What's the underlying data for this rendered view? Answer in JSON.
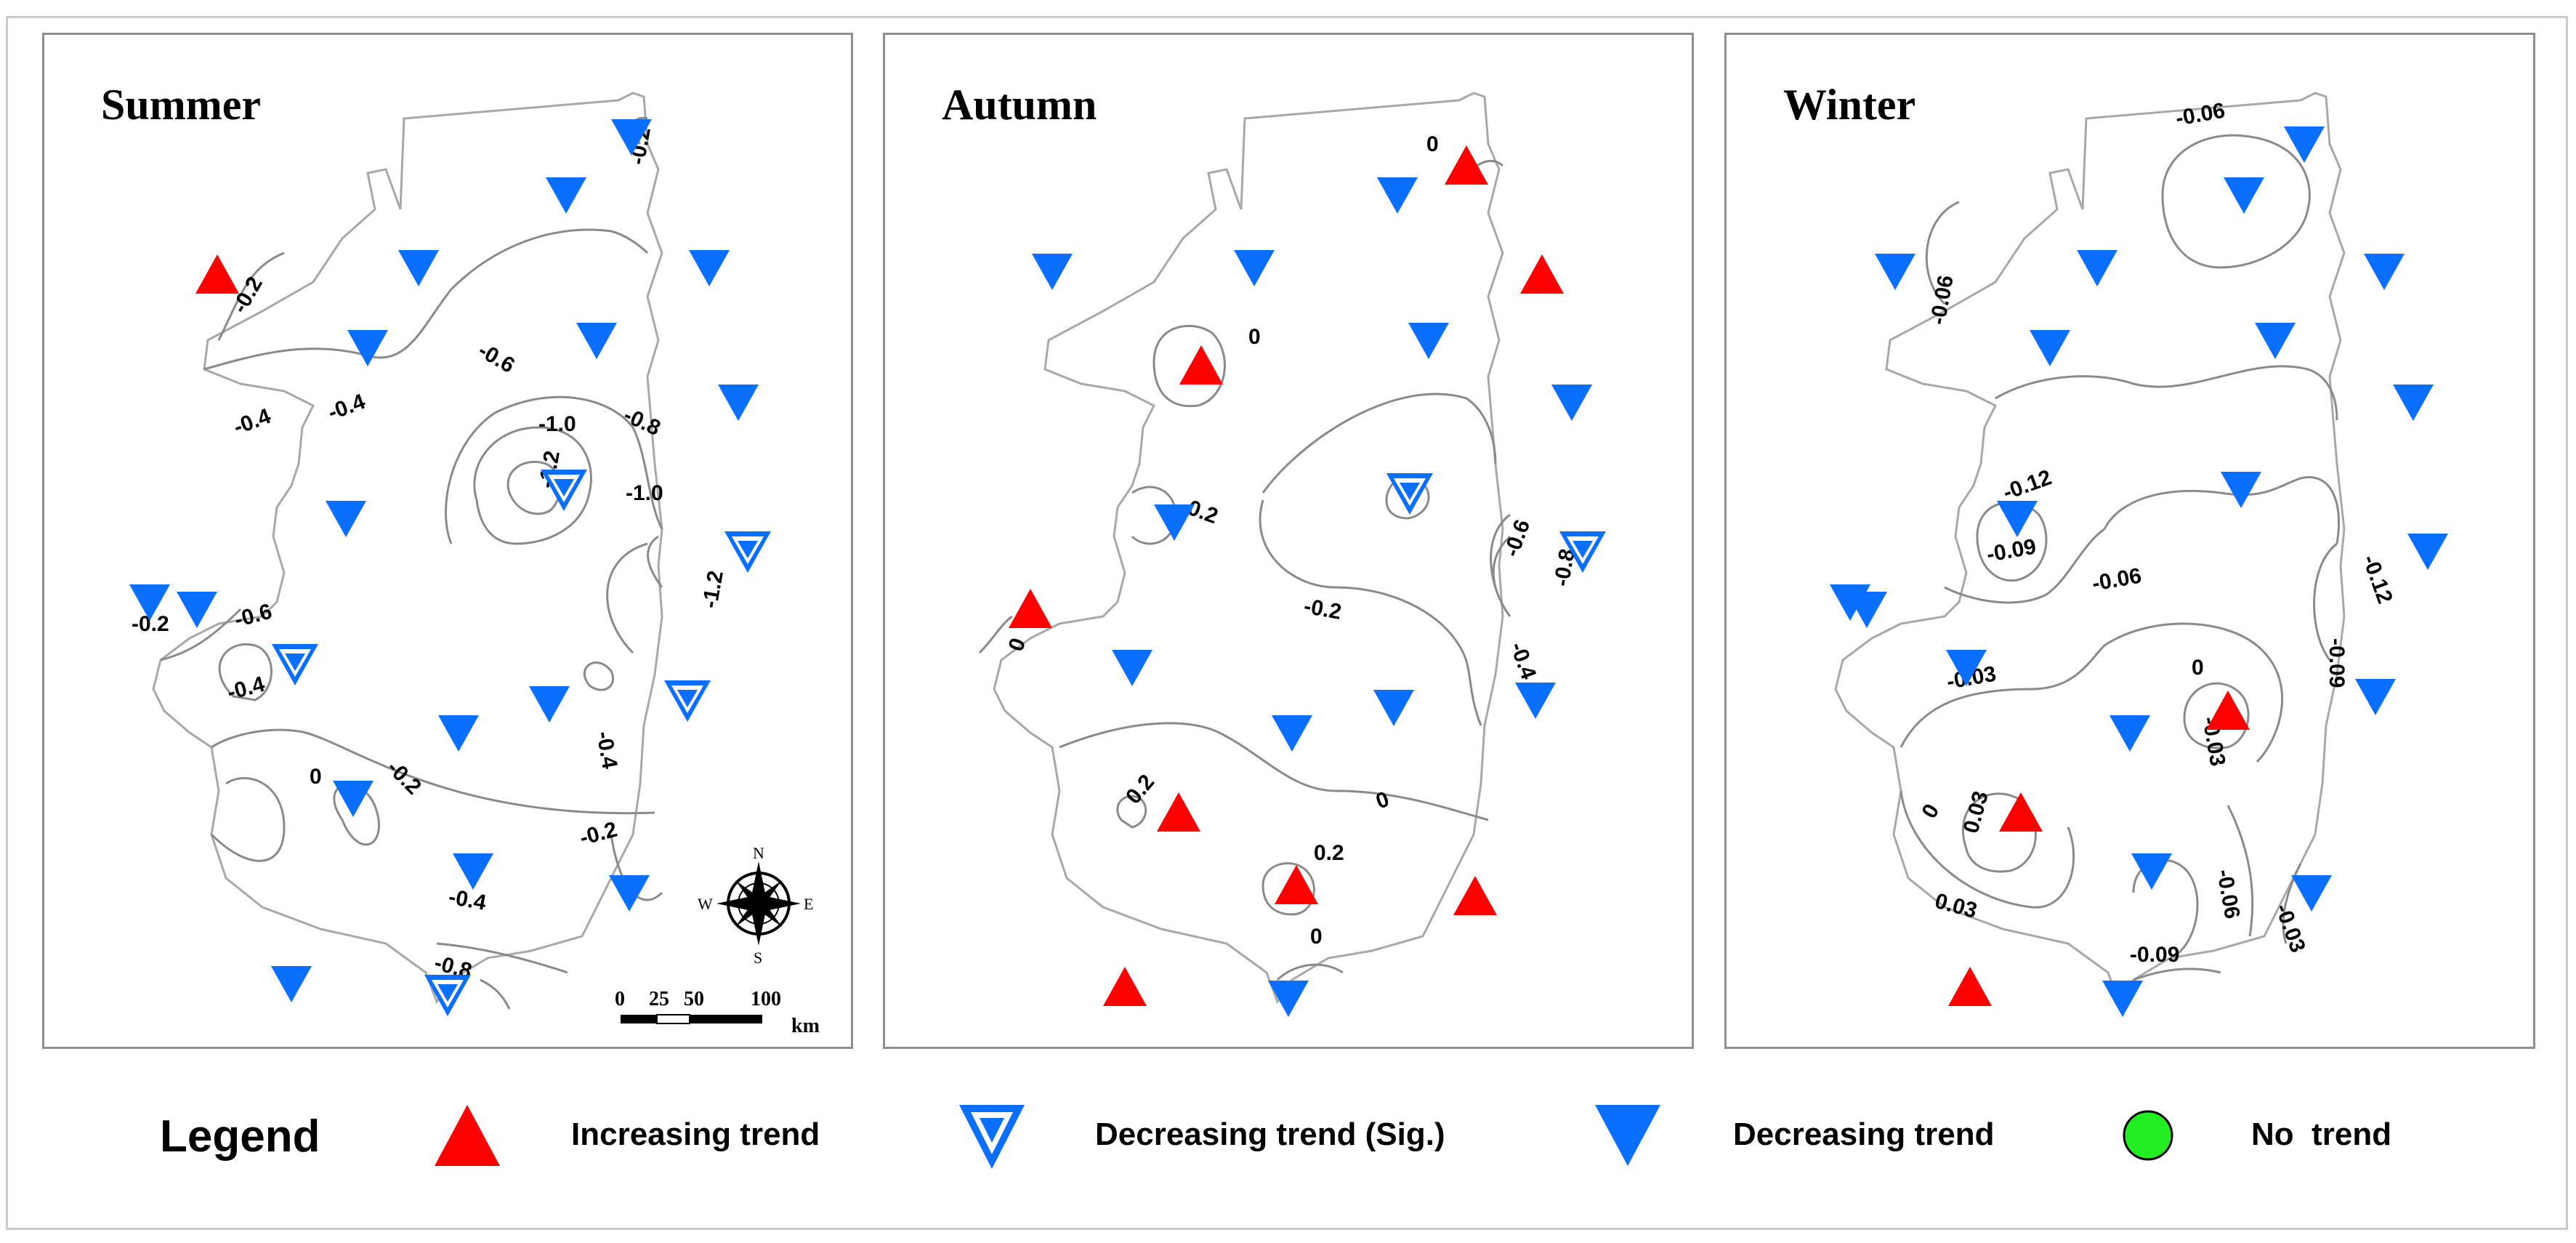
{
  "colors": {
    "increasing": "#ff0000",
    "decreasing": "#0a6fff",
    "no_trend": "#22ee22",
    "contour": "#8a8a8a",
    "boundary": "#a8a8a8"
  },
  "panels": [
    {
      "title": "Summer",
      "contour_labels": [
        "-0.2",
        "-0.4",
        "-0.4",
        "-0.6",
        "-1.0",
        "-0.8",
        "-1.2",
        "-1.0",
        "-1.2",
        "-0.2",
        "-0.6",
        "-0.4",
        "-0.2",
        "0",
        "-0.4",
        "-0.2",
        "-0.4",
        "-0.8",
        "-0.2"
      ],
      "stations": [
        "increasing",
        "decreasing",
        "decreasing",
        "decreasing",
        "decreasing",
        "decreasing",
        "decreasing",
        "decreasing",
        "decreasing (sig.)",
        "decreasing",
        "decreasing (sig.)",
        "decreasing",
        "decreasing",
        "decreasing",
        "decreasing",
        "decreasing",
        "decreasing (sig.)",
        "decreasing",
        "decreasing",
        "decreasing",
        "decreasing (sig.)",
        "decreasing (sig.)"
      ],
      "compass": {
        "n": "N",
        "s": "S",
        "e": "E",
        "w": "W"
      },
      "scale": {
        "ticks": [
          "0",
          "25",
          "50",
          "100"
        ],
        "unit": "km"
      }
    },
    {
      "title": "Autumn",
      "contour_labels": [
        "0",
        "0",
        "-0.2",
        "-0.6",
        "-0.8",
        "-0.2",
        "-0.4",
        "0",
        "0.2",
        "0.2",
        "0",
        "0"
      ],
      "stations": [
        "increasing",
        "decreasing",
        "decreasing",
        "increasing",
        "decreasing",
        "increasing",
        "decreasing",
        "decreasing",
        "decreasing (sig.)",
        "decreasing",
        "decreasing (sig.)",
        "increasing",
        "decreasing",
        "decreasing",
        "decreasing",
        "decreasing",
        "increasing",
        "increasing",
        "increasing",
        "increasing",
        "decreasing"
      ]
    },
    {
      "title": "Winter",
      "contour_labels": [
        "-0.06",
        "-0.06",
        "-0.12",
        "-0.09",
        "-0.06",
        "-0.12",
        "-0.09",
        "-0.03",
        "0",
        "-0.03",
        "0",
        "0.03",
        "0.03",
        "-0.09",
        "-0.06",
        "-0.03"
      ],
      "stations": [
        "decreasing",
        "decreasing",
        "decreasing",
        "decreasing",
        "decreasing",
        "decreasing",
        "decreasing",
        "decreasing",
        "decreasing",
        "decreasing",
        "decreasing",
        "decreasing",
        "decreasing",
        "decreasing",
        "increasing",
        "decreasing",
        "increasing",
        "decreasing",
        "decreasing",
        "decreasing",
        "increasing",
        "decreasing"
      ]
    }
  ],
  "legend": {
    "title": "Legend",
    "items": [
      {
        "label": "Increasing trend"
      },
      {
        "label": "Decreasing trend (Sig.)"
      },
      {
        "label": "Decreasing trend"
      },
      {
        "label": "No  trend"
      }
    ]
  }
}
